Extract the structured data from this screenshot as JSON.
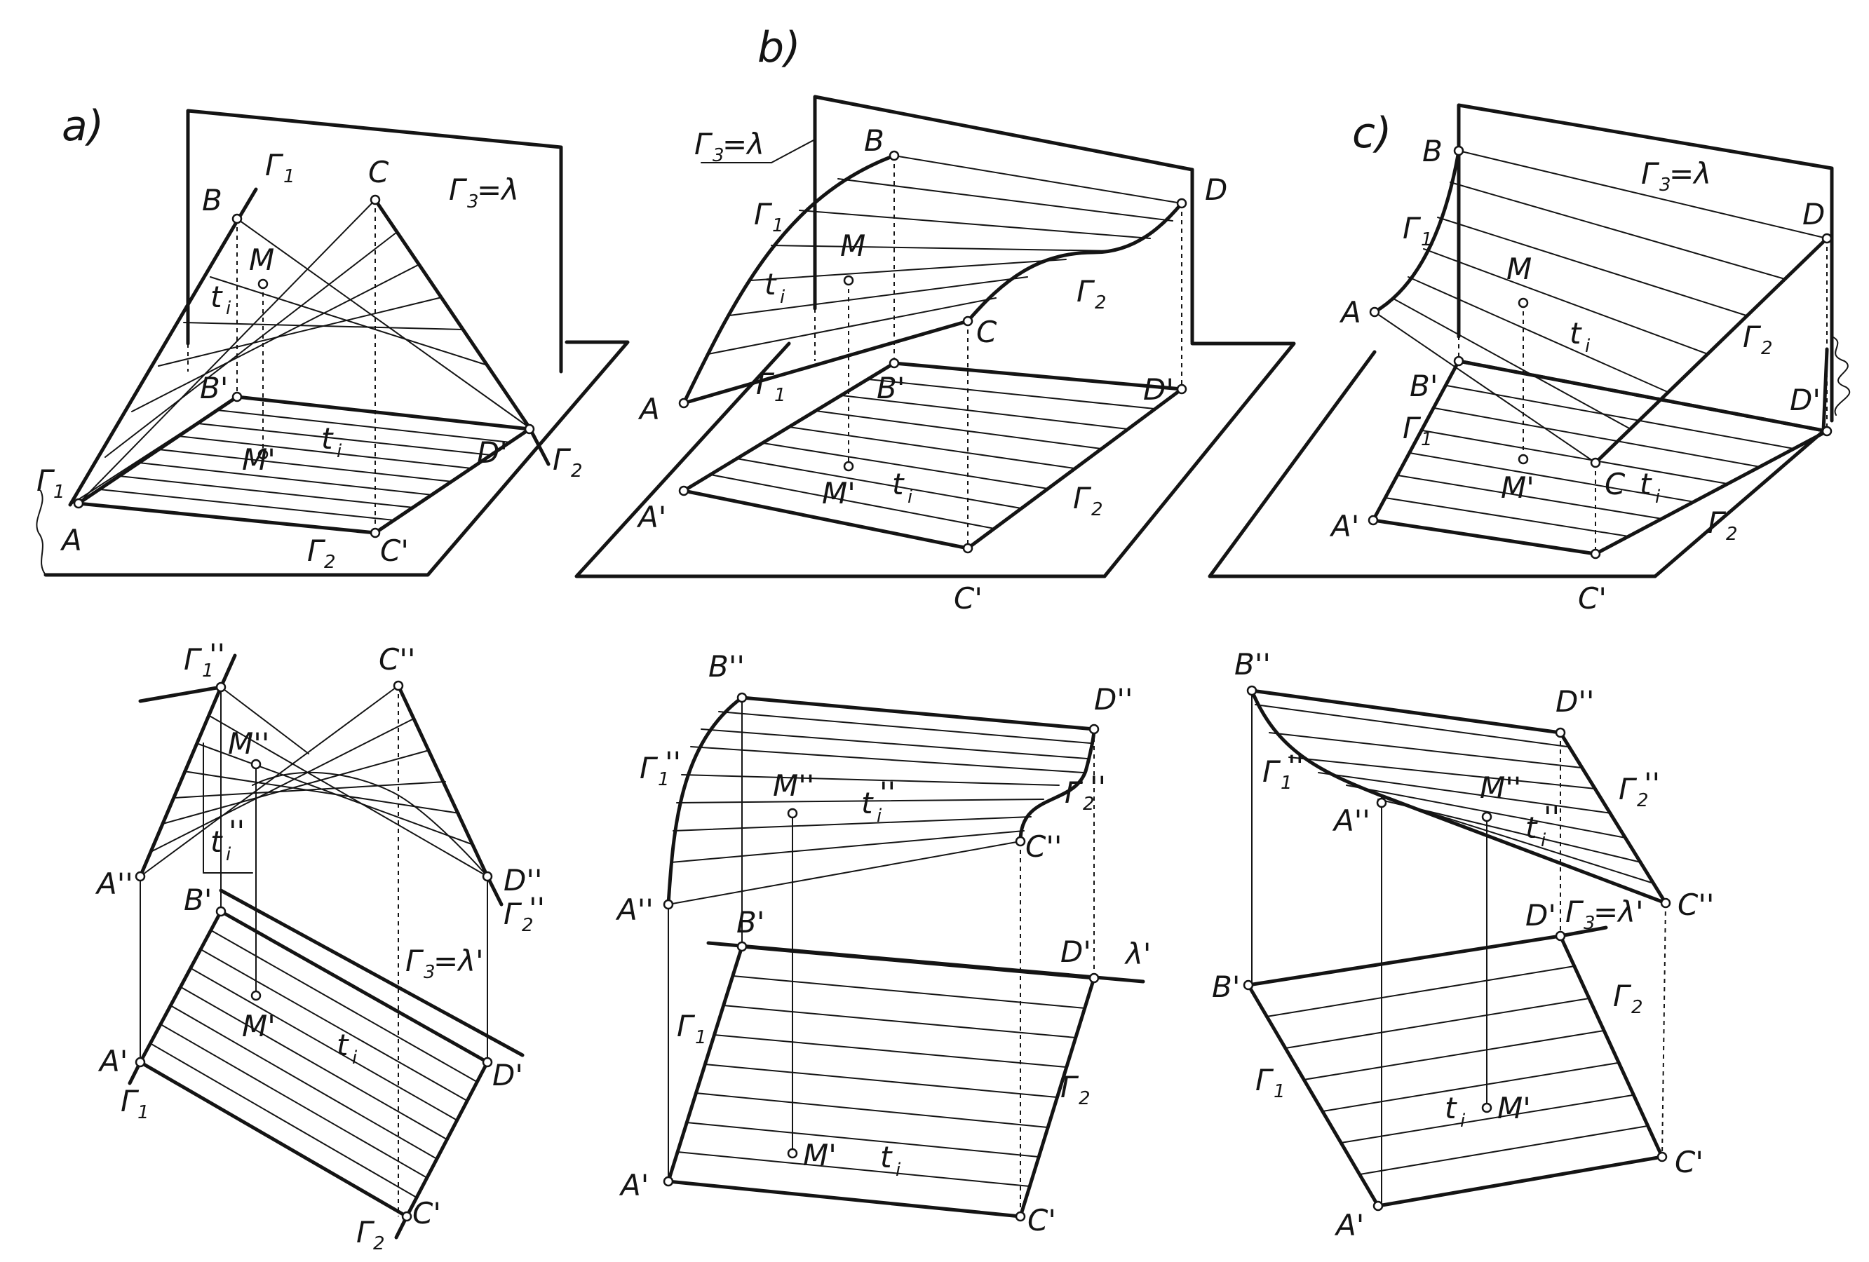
{
  "panels": {
    "a": "a)",
    "b": "b)",
    "c": "c)"
  },
  "labels": {
    "A": "A",
    "B": "B",
    "C": "C",
    "D": "D",
    "M": "M",
    "A1": "A'",
    "B1": "B'",
    "C1": "C'",
    "D1": "D'",
    "M1": "M'",
    "A2": "A''",
    "B2": "B''",
    "C2": "C''",
    "D2": "D''",
    "M2": "M''",
    "G": "Γ",
    "t": "t",
    "i": "i",
    "one": "1",
    "two": "2",
    "three": "3",
    "prime": "'",
    "dprime": "''",
    "eq_lambda": "=λ",
    "eq_lambda1": "=λ'",
    "lambda1": "λ'"
  }
}
